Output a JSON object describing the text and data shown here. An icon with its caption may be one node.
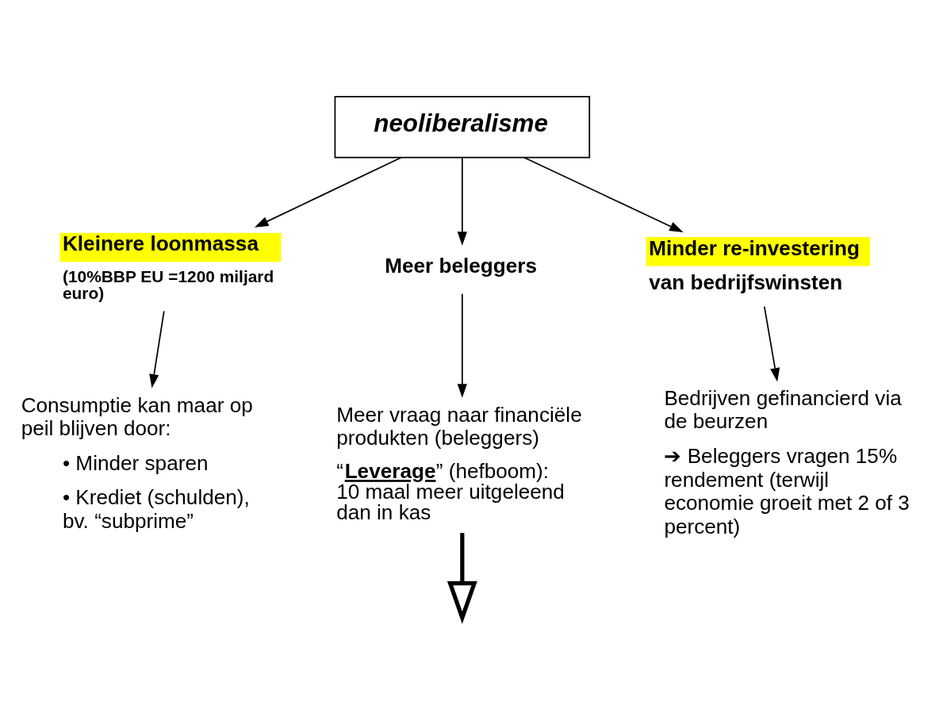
{
  "diagram": {
    "nodes": [
      {
        "text": [
          "neoliberalisme"
        ]
      },
      {
        "text": [
          "Kleinere loonmassa",
          "(10%BBP EU =1200 miljard euro)"
        ]
      },
      {
        "text": [
          "Meer beleggers"
        ]
      },
      {
        "text": [
          "Minder re-investering",
          "van bedrijfswinsten"
        ]
      },
      {
        "text": [
          "Consumptie kan maar op peil blijven door:",
          "• Minder sparen",
          "• Krediet (schulden), bv. “subprime”"
        ]
      },
      {
        "text": [
          "Meer vraag naar financiële produkten (beleggers)",
          "“**Leverage**” (hefboom): 10 maal meer uitgeleend dan in kas"
        ]
      },
      {
        "text": [
          "Bedrijven gefinancierd via de beurzen",
          "➔ Beleggers vragen 15% rendement (terwijl economie groeit met 2 of 3 percent)"
        ]
      }
    ],
    "edges": [
      {
        "from": 0,
        "to": 1,
        "arrow": "to"
      },
      {
        "from": 0,
        "to": 2,
        "arrow": "to"
      },
      {
        "from": 0,
        "to": 3,
        "arrow": "to"
      },
      {
        "from": 1,
        "to": 4,
        "arrow": "to"
      },
      {
        "from": 2,
        "to": 5,
        "arrow": "to"
      },
      {
        "from": 3,
        "to": 6,
        "arrow": "to"
      },
      {
        "from": 5,
        "to": null,
        "arrow": "to",
        "style": "thick"
      }
    ]
  }
}
